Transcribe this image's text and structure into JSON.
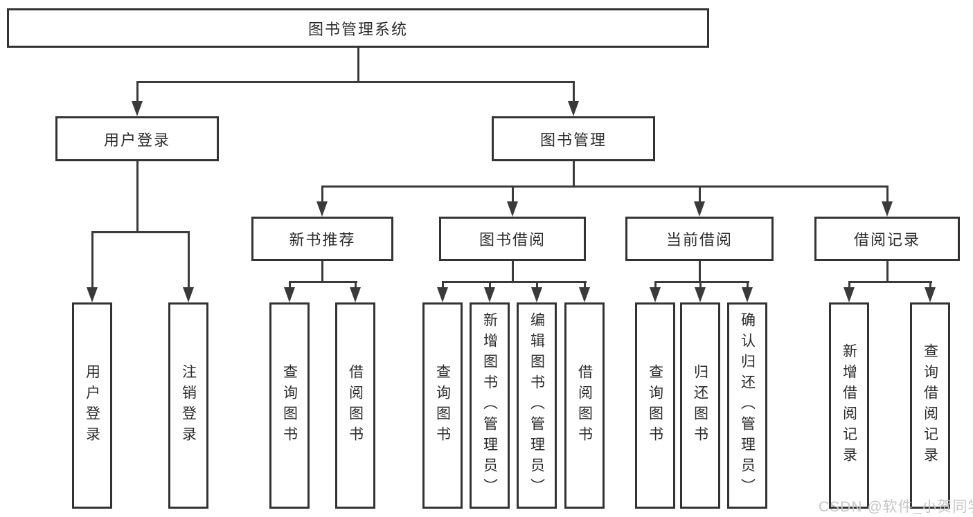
{
  "diagram": {
    "root": {
      "label": "图书管理系统"
    },
    "branches": {
      "user_login": {
        "label": "用户登录",
        "children": [
          "用户登录",
          "注销登录"
        ]
      },
      "book_management": {
        "label": "图书管理",
        "children": {
          "new_book_recommend": {
            "label": "新书推荐",
            "children": [
              "查询图书",
              "借阅图书"
            ]
          },
          "book_borrow": {
            "label": "图书借阅",
            "children": [
              "查询图书",
              "新增图书（管理员）",
              "编辑图书（管理员）",
              "借阅图书"
            ]
          },
          "current_borrow": {
            "label": "当前借阅",
            "children": [
              "查询图书",
              "归还图书",
              "确认归还（管理员）"
            ]
          },
          "borrow_record": {
            "label": "借阅记录",
            "children": [
              "新增借阅记录",
              "查询借阅记录"
            ]
          }
        }
      }
    }
  },
  "watermark": {
    "text": "CSDN @软件_小贺同学"
  },
  "colors": {
    "line": "#3a3a3a",
    "box_border": "#333333",
    "text": "#2b2b2b",
    "watermark": "#c6c6c6",
    "background": "#ffffff"
  }
}
